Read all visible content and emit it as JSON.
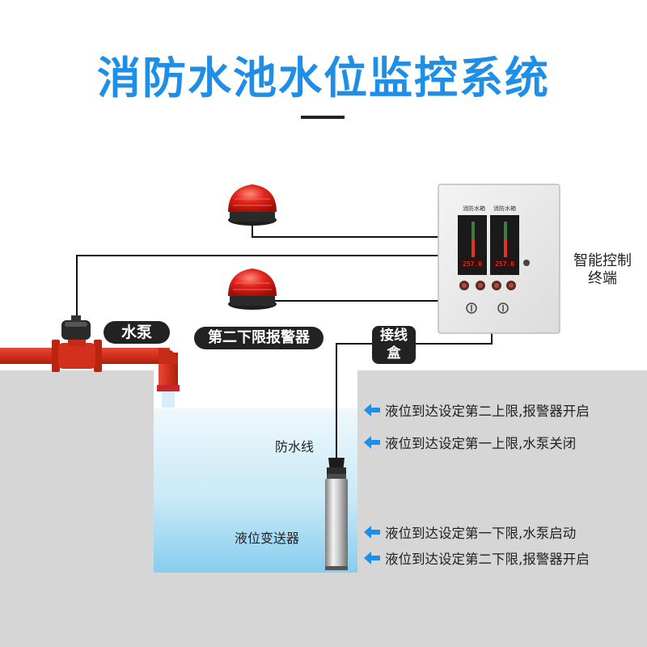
{
  "title": "消防水池水位监控系统",
  "labels": {
    "pump": "水泵",
    "second_lower_alarm": "第二下限报警器",
    "junction_box_line1": "接线",
    "junction_box_line2": "盒",
    "terminal_line1": "智能控制",
    "terminal_line2": "终端",
    "waterproof_line": "防水线",
    "level_transmitter": "液位变送器"
  },
  "level_notes": [
    "液位到达设定第二上限,报警器开启",
    "液位到达设定第一上限,水泵关闭",
    "液位到达设定第一下限,水泵启动",
    "液位到达设定第二下限,报警器开启"
  ],
  "panel": {
    "header_left": "消防水箱",
    "header_right": "消防水箱",
    "reading_left": "257.0",
    "reading_right": "257.0"
  },
  "colors": {
    "title": "#1e8ee6",
    "pipe": "#d8321f",
    "water_top": "#e8f5fb",
    "water_bottom": "#8fd0ee",
    "ground": "#d6d6d6",
    "arrow": "#1e8ee6"
  }
}
